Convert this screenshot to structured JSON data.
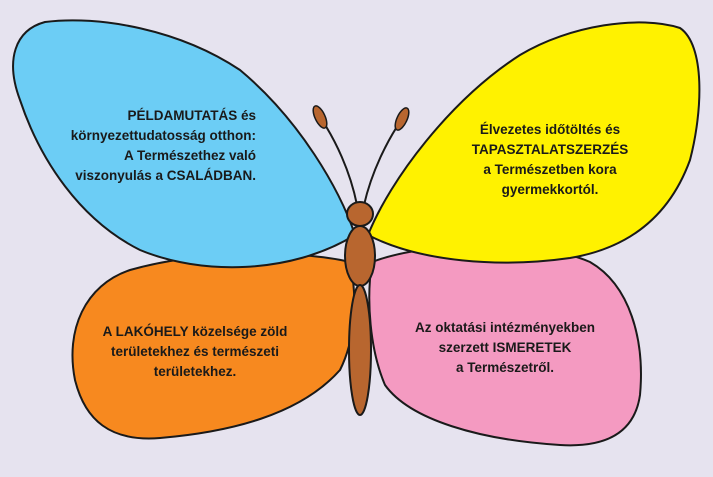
{
  "diagram": {
    "colors": {
      "background": "#e6e3ef",
      "top_left_wing": "#6ccdf5",
      "top_right_wing": "#fff200",
      "bottom_left_wing": "#f7891f",
      "bottom_right_wing": "#f49ac1",
      "body": "#b8662f",
      "outline": "#1a1a1a"
    },
    "wings": {
      "top_left": {
        "lines": [
          "PÉLDAMUTATÁS és",
          "környezettudatosság otthon:",
          "A Természethez való",
          "viszonyulás a CSALÁDBAN."
        ]
      },
      "top_right": {
        "lines": [
          "Élvezetes időtöltés és",
          "TAPASZTALATSZERZÉS",
          "a Természetben kora",
          "gyermekkortól."
        ]
      },
      "bottom_left": {
        "lines": [
          "A LAKÓHELY közelsége zöld",
          "területekhez és természeti",
          "területekhez."
        ]
      },
      "bottom_right": {
        "lines": [
          "Az oktatási intézményekben",
          "szerzett ISMERETEK",
          "a Természetről."
        ]
      }
    }
  }
}
